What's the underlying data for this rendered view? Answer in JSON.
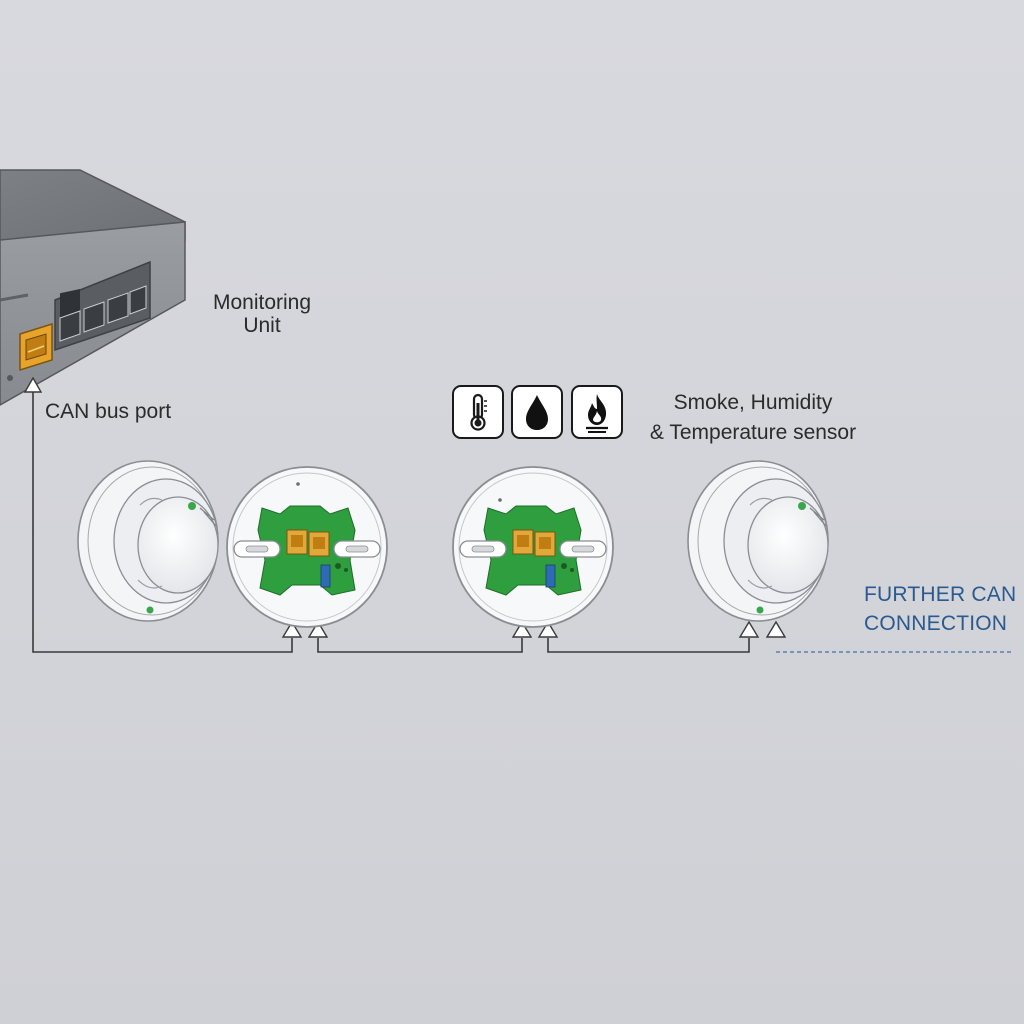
{
  "labels": {
    "monitoring_unit": "Monitoring Unit",
    "can_bus_port": "CAN bus port",
    "sensor_line1": "Smoke, Humidity",
    "sensor_line2": "& Temperature sensor",
    "further_line1": "FURTHER CAN",
    "further_line2": "CONNECTION"
  },
  "icons": [
    "thermometer-icon",
    "water-drop-icon",
    "fire-icon"
  ],
  "colors": {
    "background": "#d4d5da",
    "device_body": "#8e9196",
    "port_orange": "#e8a42a",
    "pcb_green": "#2e9e3e",
    "further_text": "#2a5a8f",
    "wire": "#3a3a3a"
  }
}
